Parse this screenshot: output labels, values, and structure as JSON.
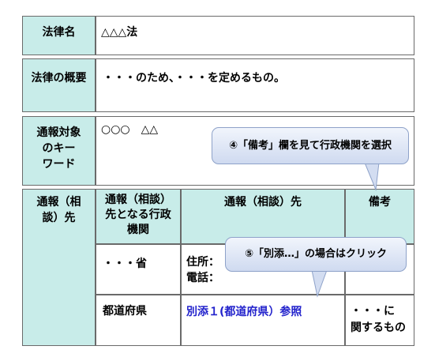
{
  "rows": {
    "law_name": {
      "label": "法律名",
      "value": "△△△法"
    },
    "law_summary": {
      "label": "法律の概要",
      "value": "・・・のため、・・・を定めるもの。"
    },
    "keywords": {
      "label_lines": [
        "通報対象",
        "のキー",
        "ワード"
      ],
      "value": "○○○　△△"
    }
  },
  "contact_table": {
    "section_label_lines": [
      "通報（相",
      "談）先"
    ],
    "headers": {
      "agency_lines": [
        "通報（相談）",
        "先となる行政",
        "機関"
      ],
      "contact": "通報（相談）先",
      "remarks": "備考"
    },
    "rows": [
      {
        "agency": "・・・省",
        "contact_lines": [
          "住所：",
          "電話："
        ],
        "remarks_lines": []
      },
      {
        "agency": "都道府県",
        "contact_link": "別添１(都道府県）参照",
        "remarks_lines": [
          "・・・に",
          "関するもの"
        ]
      }
    ]
  },
  "callouts": {
    "step4": "④「備考」欄を見て行政機関を選択",
    "step5": "⑤「別添…」の場合はクリック"
  },
  "colors": {
    "label_bg": "#c8ece9",
    "link": "#2222cc",
    "border": "#6a6a6a",
    "callout_border": "#8ea2c9"
  }
}
